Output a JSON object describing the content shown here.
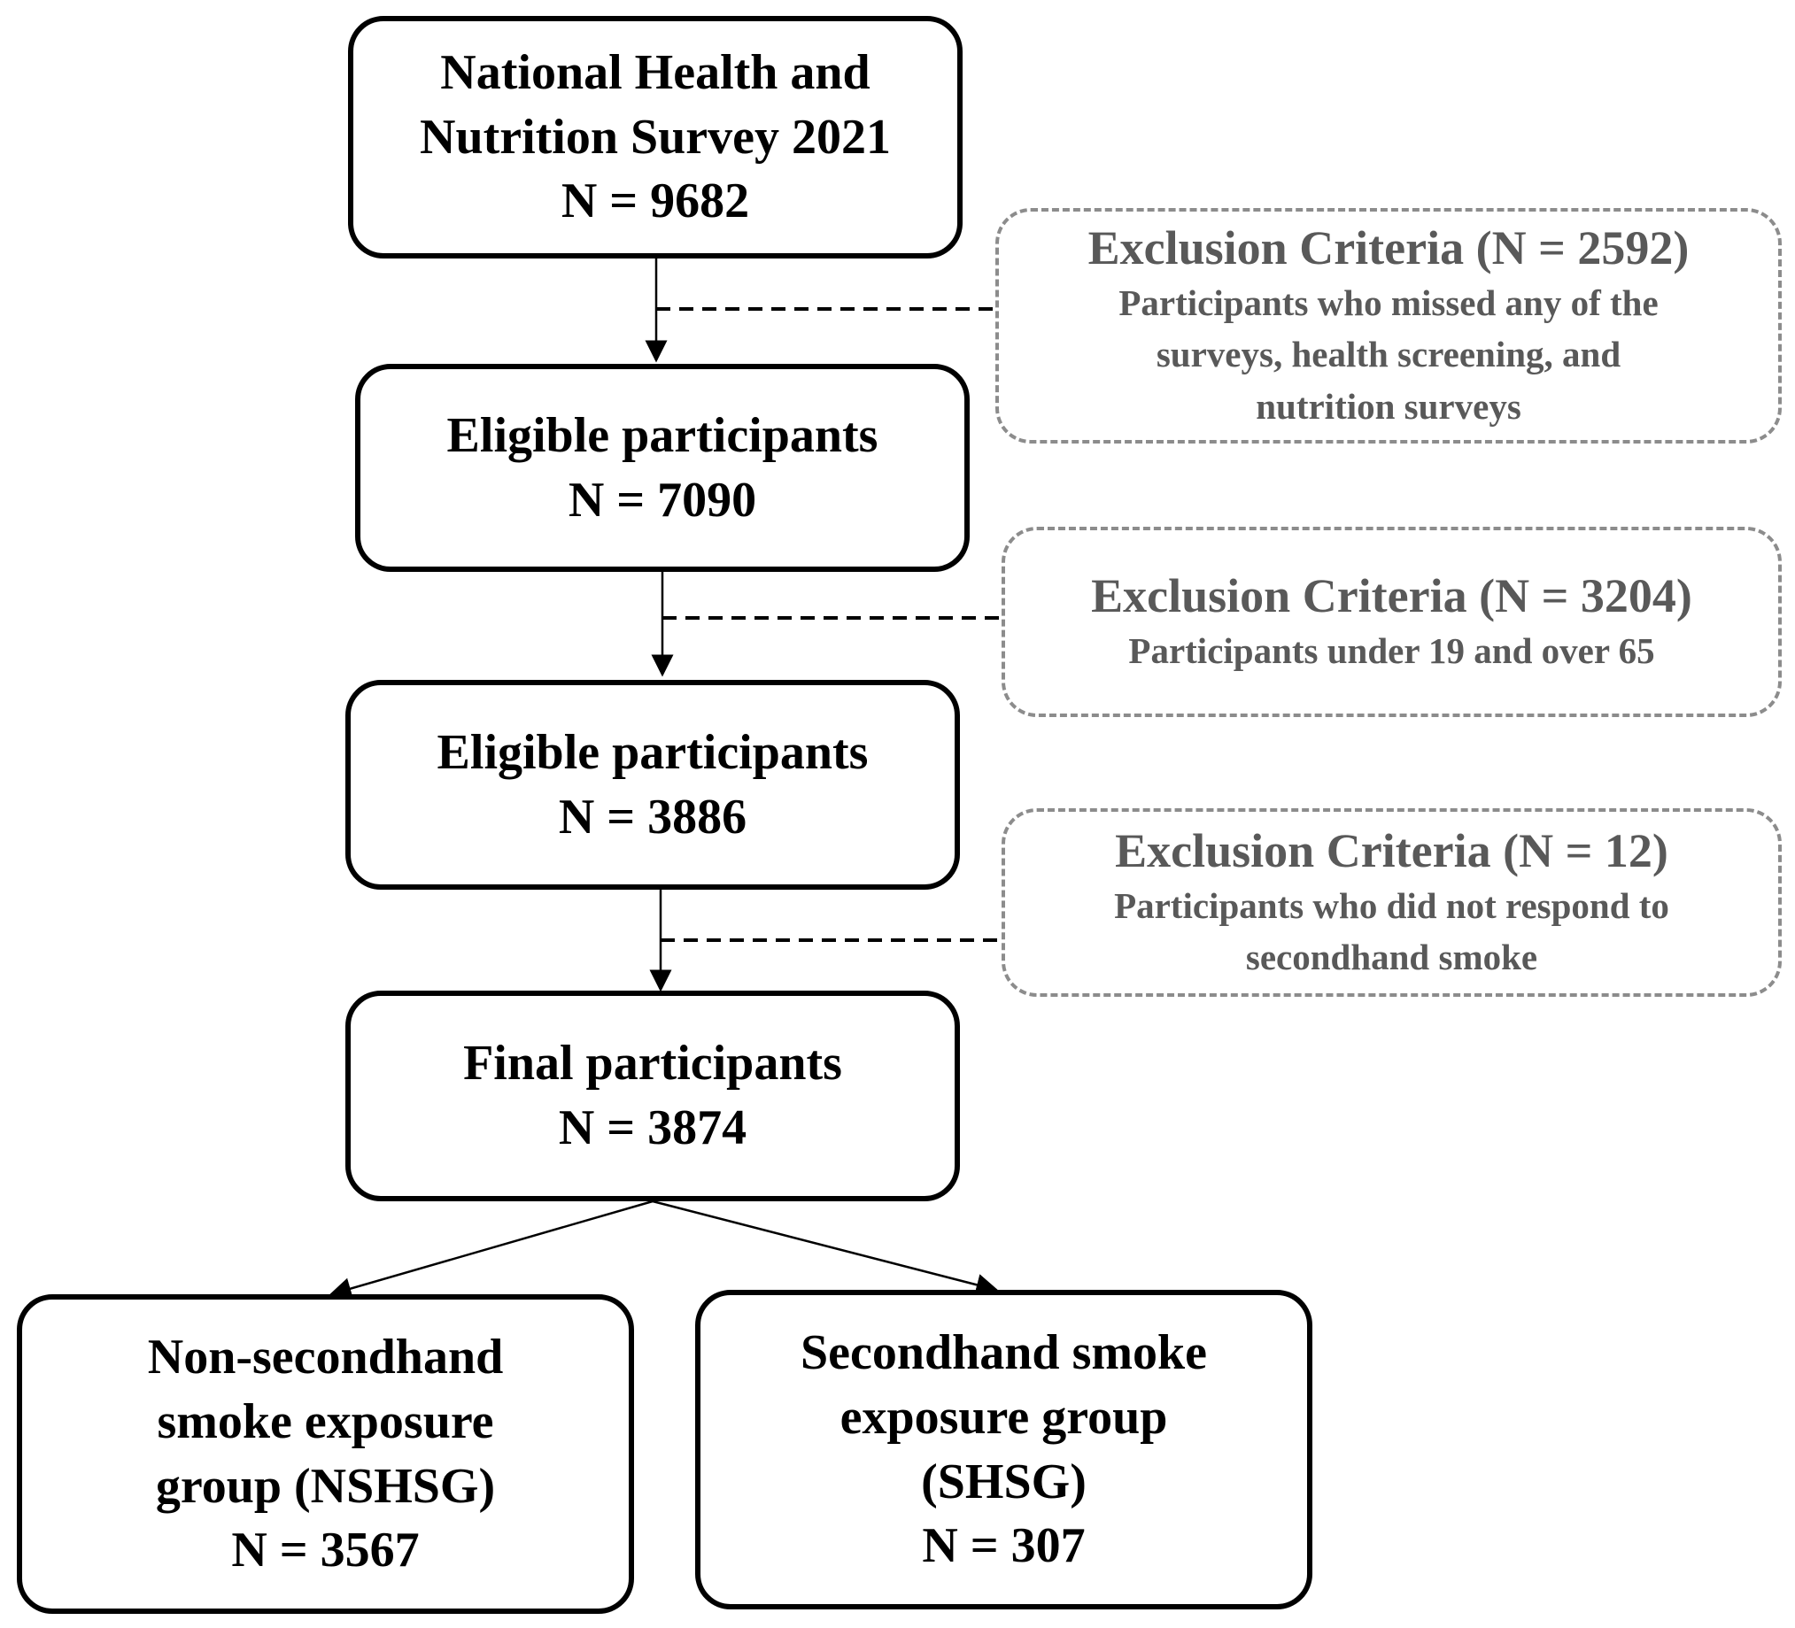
{
  "boxes": {
    "source": {
      "lines": [
        "National Health and",
        "Nutrition Survey 2021"
      ],
      "n": "N = 9682"
    },
    "eligible1": {
      "lines": [
        "Eligible participants"
      ],
      "n": "N = 7090"
    },
    "eligible2": {
      "lines": [
        "Eligible participants"
      ],
      "n": "N = 3886"
    },
    "final": {
      "lines": [
        "Final participants"
      ],
      "n": "N = 3874"
    },
    "nshsg": {
      "lines": [
        "Non-secondhand",
        "smoke exposure",
        "group (NSHSG)"
      ],
      "n": "N = 3567"
    },
    "shsg": {
      "lines": [
        "Secondhand smoke",
        "exposure group",
        "(SHSG)"
      ],
      "n": "N = 307"
    }
  },
  "exclusions": [
    {
      "title": "Exclusion Criteria (N = 2592)",
      "lines": [
        "Participants who missed any of the",
        "surveys, health screening, and",
        "nutrition surveys"
      ]
    },
    {
      "title": "Exclusion Criteria (N = 3204)",
      "lines": [
        "Participants under 19 and over 65"
      ]
    },
    {
      "title": "Exclusion Criteria (N = 12)",
      "lines": [
        "Participants who did not respond to",
        "secondhand smoke"
      ]
    }
  ]
}
